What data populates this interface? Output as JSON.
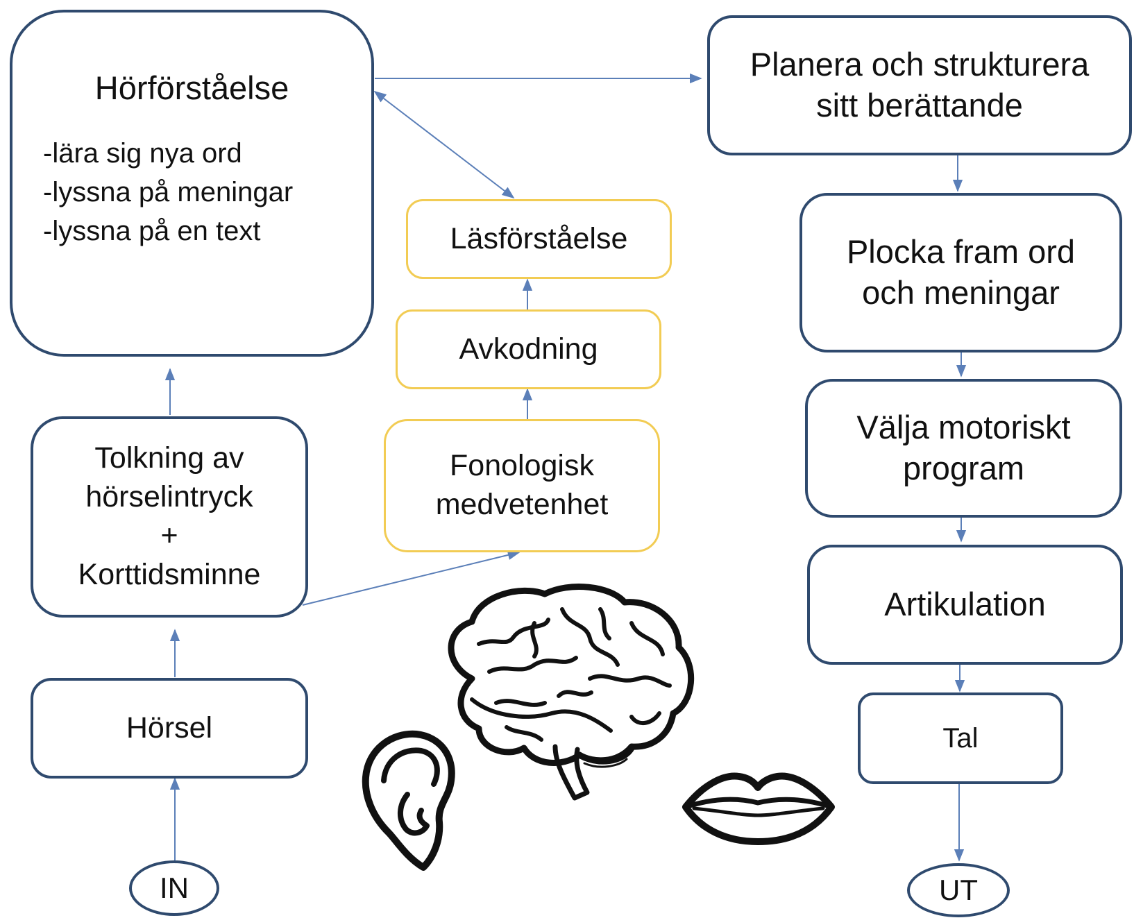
{
  "nodes": {
    "horforstaelse": {
      "title": "Hörförståelse",
      "items": [
        "-lära sig nya ord",
        "-lyssna på meningar",
        "-lyssna på en text"
      ]
    },
    "tolkning": {
      "lines": [
        "Tolkning av",
        "hörselintryck",
        "+",
        "Korttidsminne"
      ]
    },
    "horsel": {
      "label": "Hörsel"
    },
    "in": {
      "label": "IN"
    },
    "lasforstaelse": {
      "label": "Läsförståelse"
    },
    "avkodning": {
      "label": "Avkodning"
    },
    "fonologisk": {
      "lines": [
        "Fonologisk",
        "medvetenhet"
      ]
    },
    "planera": {
      "lines": [
        "Planera och strukturera",
        "sitt berättande"
      ]
    },
    "plocka": {
      "lines": [
        "Plocka fram ord",
        "och meningar"
      ]
    },
    "valja": {
      "lines": [
        "Välja motoriskt",
        "program"
      ]
    },
    "artikulation": {
      "label": "Artikulation"
    },
    "tal": {
      "label": "Tal"
    },
    "ut": {
      "label": "UT"
    }
  },
  "colors": {
    "box_border": "#2f4a6e",
    "yellow_border": "#f2cc54",
    "arrow": "#5b7fb8"
  },
  "illustrations": [
    "brain-icon",
    "ear-icon",
    "lips-icon"
  ]
}
